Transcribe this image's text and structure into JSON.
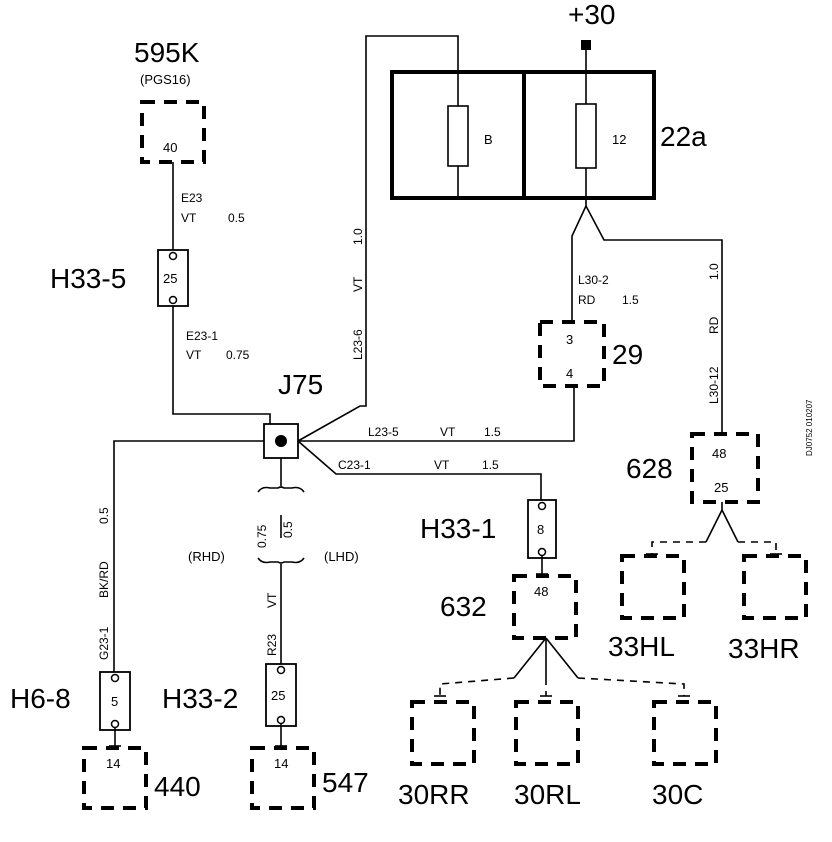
{
  "supply": {
    "label": "+30"
  },
  "fuse_box": {
    "id": "22a",
    "fuse_left": "B",
    "fuse_right": "12"
  },
  "components": {
    "c595k": {
      "id": "595K",
      "sub": "(PGS16)",
      "pin": "40"
    },
    "h33_5": {
      "id": "H33-5",
      "pin": "25"
    },
    "j75": {
      "id": "J75"
    },
    "c29": {
      "id": "29",
      "pin_top": "3",
      "pin_bottom": "4"
    },
    "c628": {
      "id": "628",
      "pin_top": "48",
      "pin_bottom": "25"
    },
    "c33hl": {
      "id": "33HL"
    },
    "c33hr": {
      "id": "33HR"
    },
    "h33_1": {
      "id": "H33-1",
      "pin": "8"
    },
    "c632": {
      "id": "632",
      "pin": "48"
    },
    "c30rr": {
      "id": "30RR"
    },
    "c30rl": {
      "id": "30RL"
    },
    "c30c": {
      "id": "30C"
    },
    "h6_8": {
      "id": "H6-8",
      "pin": "5"
    },
    "c440": {
      "id": "440",
      "pin": "14"
    },
    "h33_2": {
      "id": "H33-2",
      "pin": "25"
    },
    "c547": {
      "id": "547",
      "pin": "14"
    }
  },
  "wires": {
    "e23": {
      "name": "E23",
      "color": "VT",
      "size": "0.5"
    },
    "e23_1": {
      "name": "E23-1",
      "color": "VT",
      "size": "0.75"
    },
    "l23_6": {
      "name": "L23-6",
      "color": "VT",
      "size": "1.0"
    },
    "l30_2": {
      "name": "L30-2",
      "color": "RD",
      "size": "1.5"
    },
    "l30_12": {
      "name": "L30-12",
      "color": "RD",
      "size": "1.0"
    },
    "l23_5": {
      "name": "L23-5",
      "color": "VT",
      "size": "1.5"
    },
    "c23_1": {
      "name": "C23-1",
      "color": "VT",
      "size": "1.5"
    },
    "g23_1": {
      "name": "G23-1",
      "color": "BK/RD",
      "size": "0.5"
    },
    "r23": {
      "name": "R23",
      "color": "VT",
      "size_rhd": "0.75",
      "size_lhd": "0.5",
      "rhd": "(RHD)",
      "lhd": "(LHD)"
    }
  },
  "doc_ref": "DJ0752 010207"
}
